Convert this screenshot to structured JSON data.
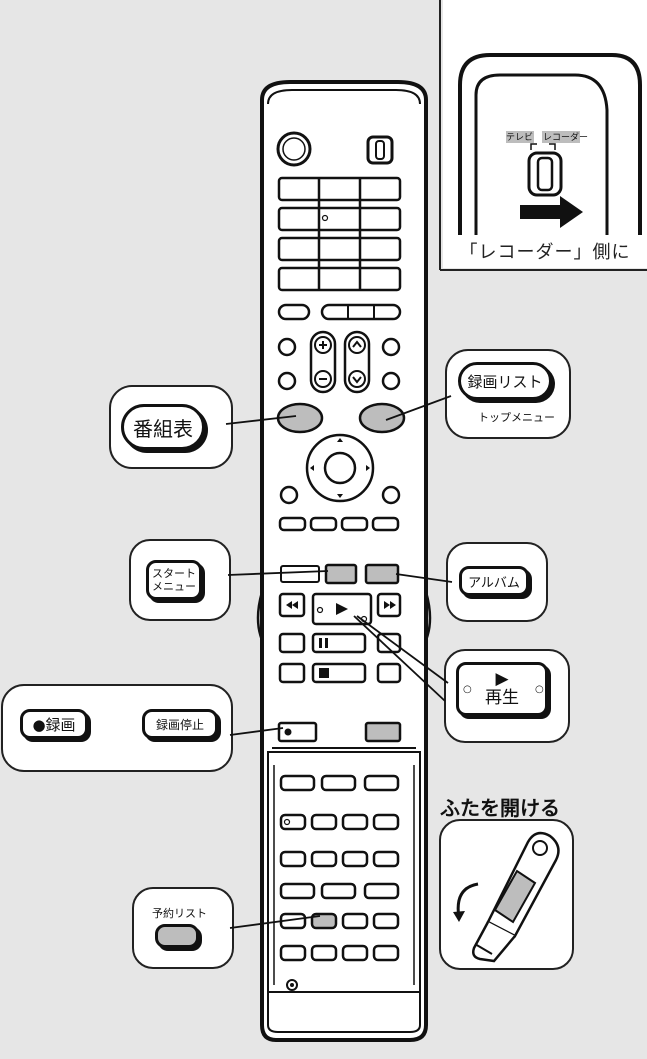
{
  "colors": {
    "accent_gray": "#bdbdbd",
    "ink": "#111111",
    "bg": "#e6e6e6"
  },
  "inset": {
    "switch_tv": "テレビ",
    "switch_recorder": "レコーダー",
    "caption": "「レコーダー」側に"
  },
  "callouts": {
    "program_guide": "番組表",
    "record_list": "録画リスト",
    "top_menu": "トップメニュー",
    "start_menu_line1": "スタート",
    "start_menu_line2": "メニュー",
    "album": "アルバム",
    "play_symbol": "▶",
    "play": "再生",
    "record": "●録画",
    "stop_record": "録画停止",
    "reserve_list": "予約リスト"
  },
  "lid": {
    "title": "ふたを開ける"
  },
  "remote": {
    "transport_rewind": "◀◀",
    "transport_ff": "▶▶",
    "pause": "II",
    "stop": "■"
  }
}
